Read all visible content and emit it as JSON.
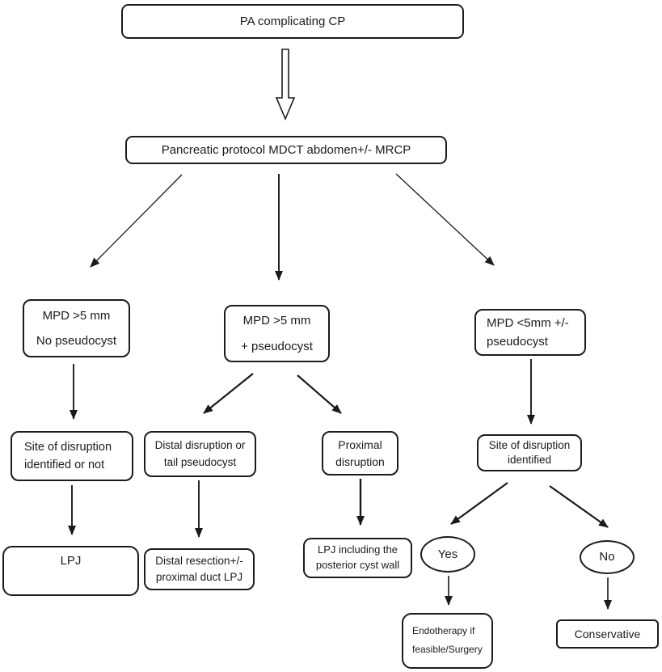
{
  "diagram": {
    "title": "PA complicating CP management flowchart",
    "colors": {
      "stroke": "#1c1c1c",
      "text": "#1b1b1b",
      "background": "#ffffff"
    },
    "nodes": {
      "pa": {
        "lines": [
          "PA complicating CP"
        ]
      },
      "mdct": {
        "lines": [
          "Pancreatic protocol MDCT abdomen+/- MRCP"
        ]
      },
      "mpd_gt5_no_cyst": {
        "lines": [
          "MPD >5 mm",
          "No pseudocyst"
        ]
      },
      "mpd_gt5_cyst": {
        "lines": [
          "MPD >5 mm",
          "+ pseudocyst"
        ]
      },
      "mpd_lt5": {
        "lines": [
          "MPD <5mm +/-",
          "pseudocyst"
        ]
      },
      "site_or_not": {
        "lines": [
          "Site of disruption",
          "identified or not"
        ]
      },
      "distal_disruption": {
        "lines": [
          "Distal disruption or",
          "tail pseudocyst"
        ]
      },
      "proximal_disruption": {
        "lines": [
          "Proximal",
          "disruption"
        ]
      },
      "site_identified": {
        "lines": [
          "Site of disruption",
          "identified"
        ]
      },
      "lpj": {
        "lines": [
          "LPJ"
        ]
      },
      "distal_resection": {
        "lines": [
          "Distal resection+/-",
          "proximal duct LPJ"
        ]
      },
      "lpj_posterior": {
        "lines": [
          "LPJ including the",
          "posterior cyst wall"
        ]
      },
      "yes": {
        "lines": [
          "Yes"
        ]
      },
      "no": {
        "lines": [
          "No"
        ]
      },
      "endotherapy": {
        "lines": [
          "Endotherapy if",
          "feasible/Surgery"
        ]
      },
      "conservative": {
        "lines": [
          "Conservative"
        ]
      }
    }
  }
}
